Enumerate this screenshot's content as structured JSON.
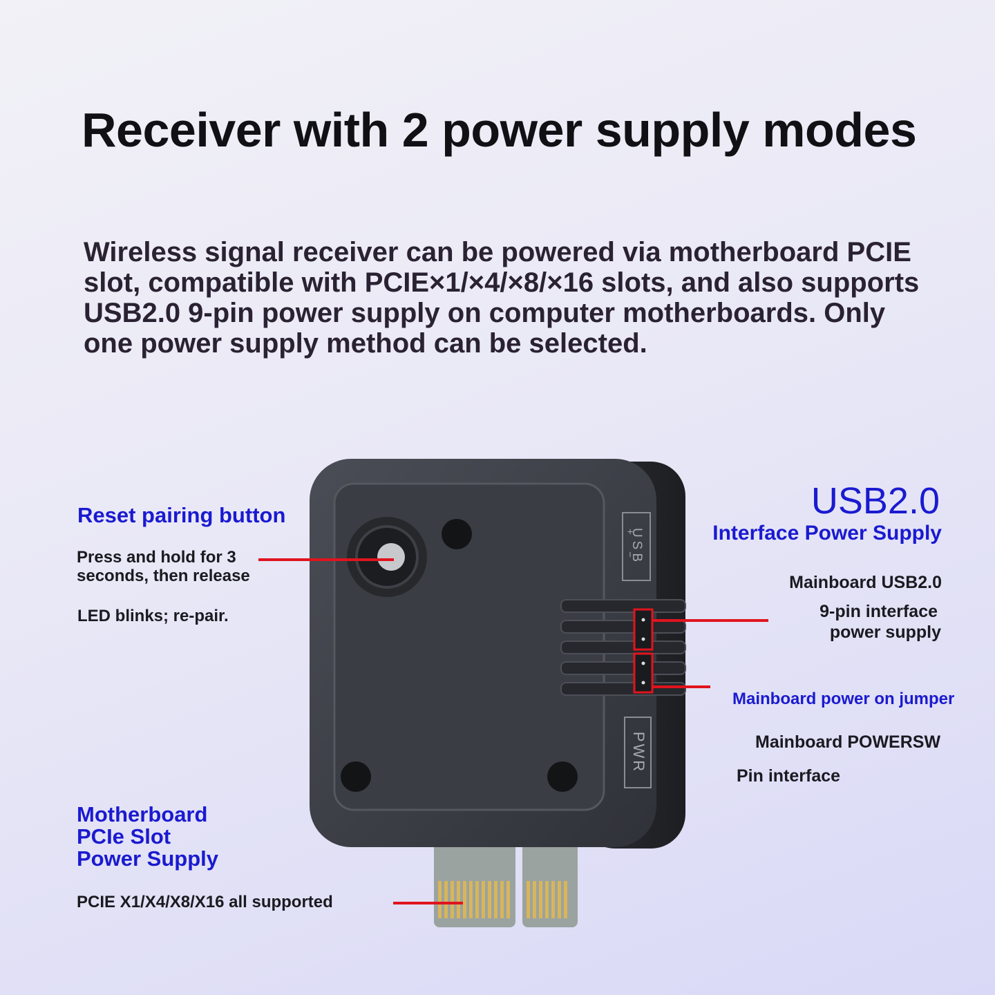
{
  "title": "Receiver with 2 power supply modes",
  "intro": "Wireless signal receiver can be powered via motherboard PCIE slot, compatible with PCIE×1/×4/×8/×16 slots, and also supports USB2.0 9-pin power supply on computer motherboards. Only one power supply method can be selected.",
  "reset": {
    "heading": "Reset pairing button",
    "line1": "Press and hold for 3",
    "line2": "seconds, then release",
    "led": "LED blinks; re-pair."
  },
  "pcie": {
    "heading1": "Motherboard",
    "heading2": "PCIe Slot",
    "heading3": "Power Supply",
    "note": "PCIE X1/X4/X8/X16 all supported"
  },
  "usb": {
    "big": "USB2.0",
    "sub": "Interface Power Supply",
    "line1": "Mainboard USB2.0",
    "line2": "9-pin interface",
    "line3": "power supply"
  },
  "jumper": {
    "heading": "Mainboard power on jumper",
    "line1": "Mainboard POWERSW",
    "line2": "Pin interface"
  },
  "device": {
    "usb_label": "USB",
    "usb_polarity": "+ −",
    "pwr_label": "PWR"
  },
  "colors": {
    "accent_blue": "#1a1ad0",
    "leader_red": "#e0141e",
    "device_body": "#3c3f46",
    "gold_contacts": "#d9b55a"
  }
}
